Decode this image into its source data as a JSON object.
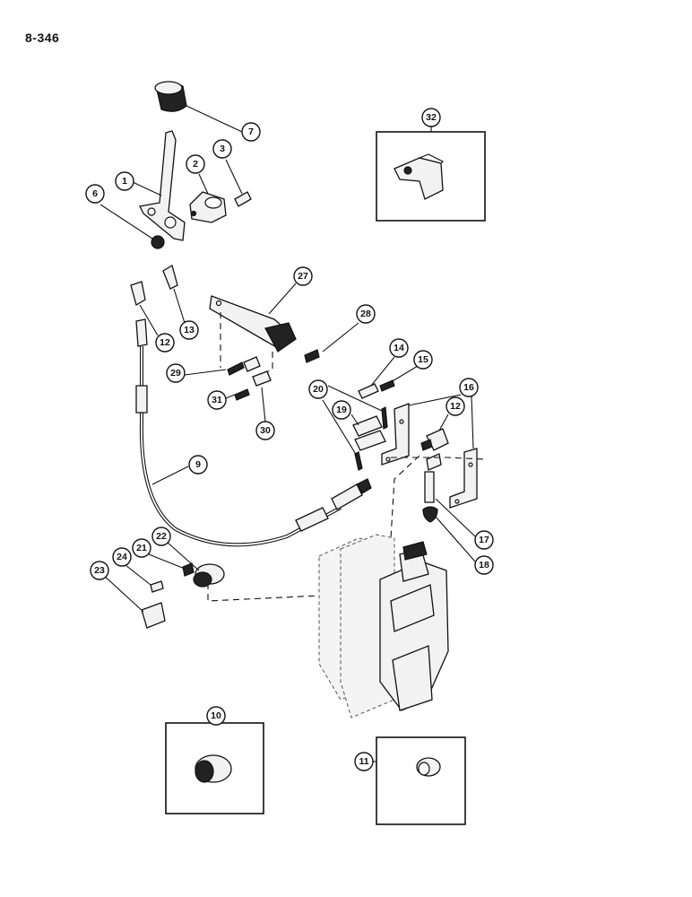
{
  "page": {
    "number": "8-346"
  },
  "callouts": [
    {
      "id": "c1",
      "label": "1"
    },
    {
      "id": "c2",
      "label": "2"
    },
    {
      "id": "c3",
      "label": "3"
    },
    {
      "id": "c6",
      "label": "6"
    },
    {
      "id": "c7",
      "label": "7"
    },
    {
      "id": "c9",
      "label": "9"
    },
    {
      "id": "c10",
      "label": "10"
    },
    {
      "id": "c11",
      "label": "11"
    },
    {
      "id": "c12a",
      "label": "12"
    },
    {
      "id": "c12b",
      "label": "12"
    },
    {
      "id": "c13",
      "label": "13"
    },
    {
      "id": "c14",
      "label": "14"
    },
    {
      "id": "c15",
      "label": "15"
    },
    {
      "id": "c16",
      "label": "16"
    },
    {
      "id": "c17",
      "label": "17"
    },
    {
      "id": "c18",
      "label": "18"
    },
    {
      "id": "c19",
      "label": "19"
    },
    {
      "id": "c20",
      "label": "20"
    },
    {
      "id": "c21",
      "label": "21"
    },
    {
      "id": "c22",
      "label": "22"
    },
    {
      "id": "c23",
      "label": "23"
    },
    {
      "id": "c24",
      "label": "24"
    },
    {
      "id": "c27",
      "label": "27"
    },
    {
      "id": "c28",
      "label": "28"
    },
    {
      "id": "c29",
      "label": "29"
    },
    {
      "id": "c30",
      "label": "30"
    },
    {
      "id": "c31",
      "label": "31"
    },
    {
      "id": "c32",
      "label": "32"
    }
  ]
}
